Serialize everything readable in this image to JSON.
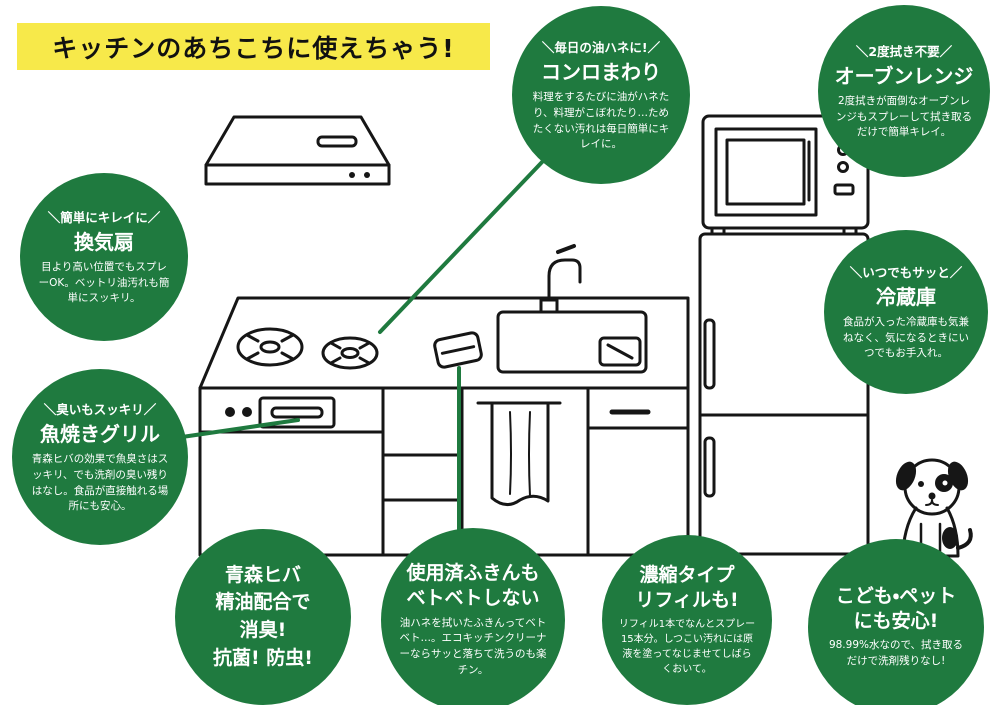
{
  "colors": {
    "green": "#1f7a3f",
    "yellow": "#f7e94a",
    "ink": "#161616"
  },
  "title": "キッチンのあちこちに使えちゃう!",
  "callouts": {
    "konro": {
      "tag": "＼毎日の油ハネに!／",
      "heading": "コンロまわり",
      "body": "料理をするたびに油がハネたり、料理がこぼれたり…ためたくない汚れは毎日簡単にキレイに。"
    },
    "oven": {
      "tag": "＼2度拭き不要／",
      "heading": "オーブンレンジ",
      "body": "2度拭きが面倒なオーブンレンジもスプレーして拭き取るだけで簡単キレイ。"
    },
    "fan": {
      "tag": "＼簡単にキレイに／",
      "heading": "換気扇",
      "body": "目より高い位置でもスプレーOK。ベットリ油汚れも簡単にスッキリ。"
    },
    "fridge": {
      "tag": "＼いつでもサッと／",
      "heading": "冷蔵庫",
      "body": "食品が入った冷蔵庫も気兼ねなく、気になるときにいつでもお手入れ。"
    },
    "grill": {
      "tag": "＼臭いもスッキリ／",
      "heading": "魚焼きグリル",
      "body": "青森ヒバの効果で魚臭さはスッキリ、でも洗剤の臭い残りはなし。食品が直接触れる場所にも安心。"
    },
    "hiba": {
      "heading": "青森ヒバ\n精油配合で\n消臭!\n抗菌! 防虫!"
    },
    "fukin": {
      "heading": "使用済ふきんも\nベトベトしない",
      "body": "油ハネを拭いたふきんってベトベト…。エコキッチンクリーナーならサッと落ちて洗うのも楽チン。"
    },
    "refill": {
      "heading": "濃縮タイプ\nリフィルも!",
      "body": "リフィル1本でなんとスプレー15本分。しつこい汚れには原液を塗ってなじませてしばらくおいて。"
    },
    "safe": {
      "heading": "こども・ペット\nにも安心!",
      "body": "98.99%水なので、拭き取るだけで洗剤残りなし!"
    }
  },
  "illustration_parts": [
    "range-hood",
    "stove-burners",
    "grill-door",
    "sink",
    "faucet",
    "dishcloth",
    "towel",
    "microwave",
    "refrigerator",
    "dog"
  ]
}
